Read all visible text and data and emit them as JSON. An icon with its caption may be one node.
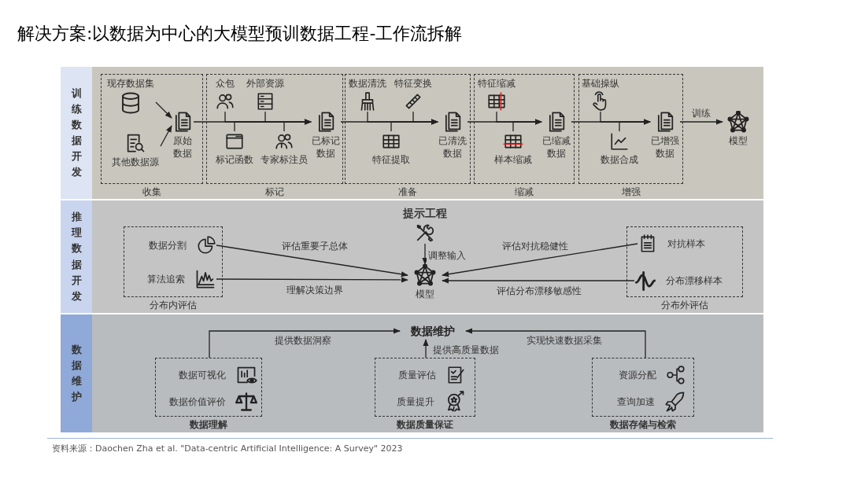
{
  "diagram": {
    "title": "解决方案:以数据为中心的大模型预训数据工程-工作流拆解",
    "nodes": [
      {
        "text": [
          "训练数据开发"
        ]
      },
      {
        "text": [
          "收集"
        ],
        "in": 0
      },
      {
        "text": [
          "现存数据集"
        ],
        "in": 1
      },
      {
        "text": [
          "其他数据源"
        ],
        "in": 1
      },
      {
        "text": [
          "原始数据"
        ],
        "in": 1
      },
      {
        "text": [
          "标记"
        ],
        "in": 0
      },
      {
        "text": [
          "众包"
        ],
        "in": 5
      },
      {
        "text": [
          "外部资源"
        ],
        "in": 5
      },
      {
        "text": [
          "标记函数"
        ],
        "in": 5
      },
      {
        "text": [
          "专家标注员"
        ],
        "in": 5
      },
      {
        "text": [
          "已标记数据"
        ],
        "in": 5
      },
      {
        "text": [
          "准备"
        ],
        "in": 0
      },
      {
        "text": [
          "数据清洗"
        ],
        "in": 11
      },
      {
        "text": [
          "特征变换"
        ],
        "in": 11
      },
      {
        "text": [
          "特征提取"
        ],
        "in": 11
      },
      {
        "text": [
          "已清洗数据"
        ],
        "in": 11
      },
      {
        "text": [
          "缩减"
        ],
        "in": 0
      },
      {
        "text": [
          "特征缩减"
        ],
        "in": 16
      },
      {
        "text": [
          "样本缩减"
        ],
        "in": 16
      },
      {
        "text": [
          "已缩减数据"
        ],
        "in": 16
      },
      {
        "text": [
          "增强"
        ],
        "in": 0
      },
      {
        "text": [
          "基础操纵"
        ],
        "in": 20
      },
      {
        "text": [
          "数据合成"
        ],
        "in": 20
      },
      {
        "text": [
          "已增强数据"
        ],
        "in": 20
      },
      {
        "text": [
          "模型"
        ],
        "in": 0
      },
      {
        "text": [
          "推理数据开发"
        ]
      },
      {
        "text": [
          "提示工程"
        ],
        "in": 25
      },
      {
        "text": [
          "模型"
        ],
        "in": 25
      },
      {
        "text": [
          "分布内评估"
        ],
        "in": 25
      },
      {
        "text": [
          "数据分割"
        ],
        "in": 28
      },
      {
        "text": [
          "算法追索"
        ],
        "in": 28
      },
      {
        "text": [
          "分布外评估"
        ],
        "in": 25
      },
      {
        "text": [
          "对抗样本"
        ],
        "in": 31
      },
      {
        "text": [
          "分布漂移样本"
        ],
        "in": 31
      },
      {
        "text": [
          "数据维护"
        ]
      },
      {
        "text": [
          "数据维护"
        ],
        "in": 34
      },
      {
        "text": [
          "数据理解"
        ],
        "in": 34
      },
      {
        "text": [
          "数据可视化"
        ],
        "in": 36
      },
      {
        "text": [
          "数据价值评价"
        ],
        "in": 36
      },
      {
        "text": [
          "数据质量保证"
        ],
        "in": 34
      },
      {
        "text": [
          "质量评估"
        ],
        "in": 39
      },
      {
        "text": [
          "质量提升"
        ],
        "in": 39
      },
      {
        "text": [
          "数据存储与检索"
        ],
        "in": 34
      },
      {
        "text": [
          "资源分配"
        ],
        "in": 42
      },
      {
        "text": [
          "查询加速"
        ],
        "in": 42
      }
    ],
    "edges": [
      {
        "from": 2,
        "to": 4,
        "arrow": "to"
      },
      {
        "from": 3,
        "to": 4,
        "arrow": "to"
      },
      {
        "from": 4,
        "to": 10,
        "arrow": "to"
      },
      {
        "from": 6,
        "to": 10,
        "arrow": "to"
      },
      {
        "from": 7,
        "to": 10,
        "arrow": "to"
      },
      {
        "from": 8,
        "to": 10,
        "arrow": "to"
      },
      {
        "from": 9,
        "to": 10,
        "arrow": "to"
      },
      {
        "from": 10,
        "to": 15,
        "arrow": "to"
      },
      {
        "from": 12,
        "to": 15,
        "arrow": "to"
      },
      {
        "from": 13,
        "to": 15,
        "arrow": "to"
      },
      {
        "from": 14,
        "to": 15,
        "arrow": "to"
      },
      {
        "from": 15,
        "to": 19,
        "arrow": "to"
      },
      {
        "from": 17,
        "to": 19,
        "arrow": "to"
      },
      {
        "from": 18,
        "to": 19,
        "arrow": "to"
      },
      {
        "from": 19,
        "to": 23,
        "arrow": "to"
      },
      {
        "from": 21,
        "to": 23,
        "arrow": "to"
      },
      {
        "from": 22,
        "to": 23,
        "arrow": "to"
      },
      {
        "from": 23,
        "to": 24,
        "arrow": "to",
        "label": "训练"
      },
      {
        "from": 26,
        "to": 27,
        "arrow": "to",
        "label": "调整输入"
      },
      {
        "from": 29,
        "to": 27,
        "arrow": "to",
        "label": "评估重要子总体"
      },
      {
        "from": 30,
        "to": 27,
        "arrow": "to",
        "label": "理解决策边界"
      },
      {
        "from": 32,
        "to": 27,
        "arrow": "to",
        "label": "评估对抗稳健性"
      },
      {
        "from": 33,
        "to": 27,
        "arrow": "to",
        "label": "评估分布漂移敏感性"
      },
      {
        "from": 36,
        "to": 35,
        "arrow": "to",
        "label": "提供数据洞察"
      },
      {
        "from": 39,
        "to": 35,
        "arrow": "to",
        "label": "提供高质量数据"
      },
      {
        "from": 42,
        "to": 35,
        "arrow": "to",
        "label": "实现快速数据采集"
      }
    ],
    "labels": [
      "资料来源：Daochen Zha et al. \"Data-centric Artificial Intelligence: A Survey\" 2023"
    ]
  }
}
